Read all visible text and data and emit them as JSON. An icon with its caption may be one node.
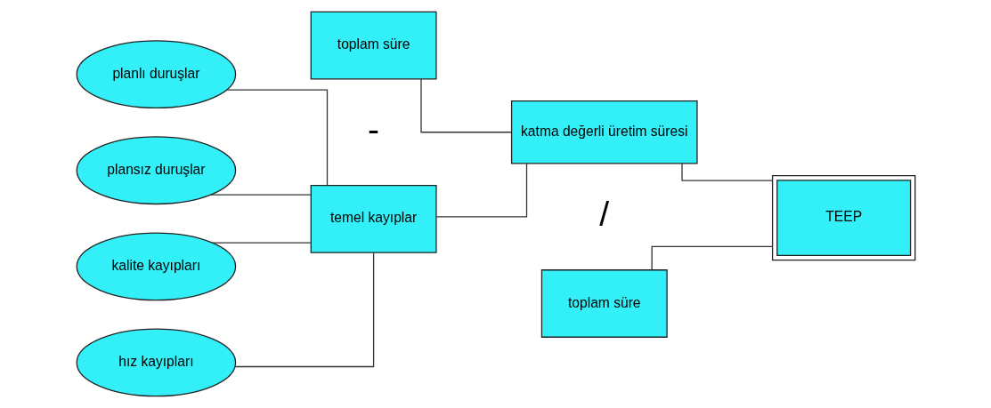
{
  "diagram": {
    "nodes": [
      {
        "text": [
          "planlı duruşlar"
        ]
      },
      {
        "text": [
          "plansız duruşlar"
        ]
      },
      {
        "text": [
          "kalite kayıpları"
        ]
      },
      {
        "text": [
          "hız kayıpları"
        ]
      },
      {
        "text": [
          "toplam süre"
        ]
      },
      {
        "text": [
          "temel kayıplar"
        ]
      },
      {
        "text": [
          "katma değerli üretim süresi"
        ]
      },
      {
        "text": [
          "toplam süre"
        ]
      },
      {
        "text": [
          "TEEP"
        ]
      }
    ],
    "edges": [
      {
        "from": 0,
        "to": 5,
        "arrow": "none"
      },
      {
        "from": 1,
        "to": 5,
        "arrow": "none"
      },
      {
        "from": 2,
        "to": 5,
        "arrow": "none"
      },
      {
        "from": 3,
        "to": 5,
        "arrow": "none"
      },
      {
        "from": 4,
        "to": 6,
        "arrow": "none"
      },
      {
        "from": 5,
        "to": 6,
        "arrow": "none"
      },
      {
        "from": 6,
        "to": 8,
        "arrow": "none"
      },
      {
        "from": 7,
        "to": 8,
        "arrow": "none"
      }
    ],
    "labels": [
      "-",
      "/"
    ]
  }
}
